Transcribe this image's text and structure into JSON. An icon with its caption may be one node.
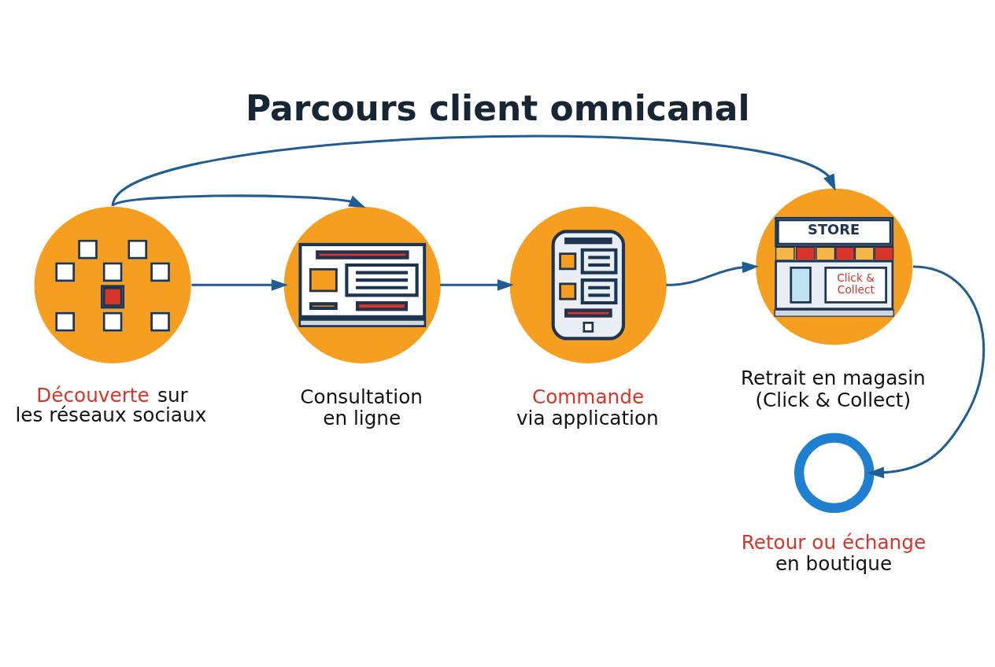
{
  "diagram": {
    "title": "Parcours client omnicanal",
    "nodes": [
      {
        "text": [],
        "shape": "picture",
        "beside": [
          "Découverte sur les réseaux sociaux"
        ]
      },
      {
        "text": [],
        "shape": "picture",
        "beside": [
          "Consultation en ligne"
        ]
      },
      {
        "text": [],
        "shape": "picture",
        "beside": [
          "Commande via application"
        ]
      },
      {
        "text": [
          "STORE",
          "Click & Collect"
        ],
        "beside": [
          "Retrait en magasin (Click & Collect)"
        ]
      },
      {
        "text": [],
        "shape": "circle",
        "beside": [
          "Retour ou échange en boutique"
        ]
      }
    ],
    "edges": [
      {
        "from": 0,
        "to": 1,
        "arrow": "to"
      },
      {
        "from": 0,
        "to": 3,
        "arrow": "to"
      },
      {
        "from": 0,
        "to": 1,
        "arrow": "to"
      },
      {
        "from": 1,
        "to": 2,
        "arrow": "to"
      },
      {
        "from": 2,
        "to": 3,
        "arrow": "to"
      },
      {
        "from": 3,
        "to": 4,
        "arrow": "to"
      }
    ]
  }
}
